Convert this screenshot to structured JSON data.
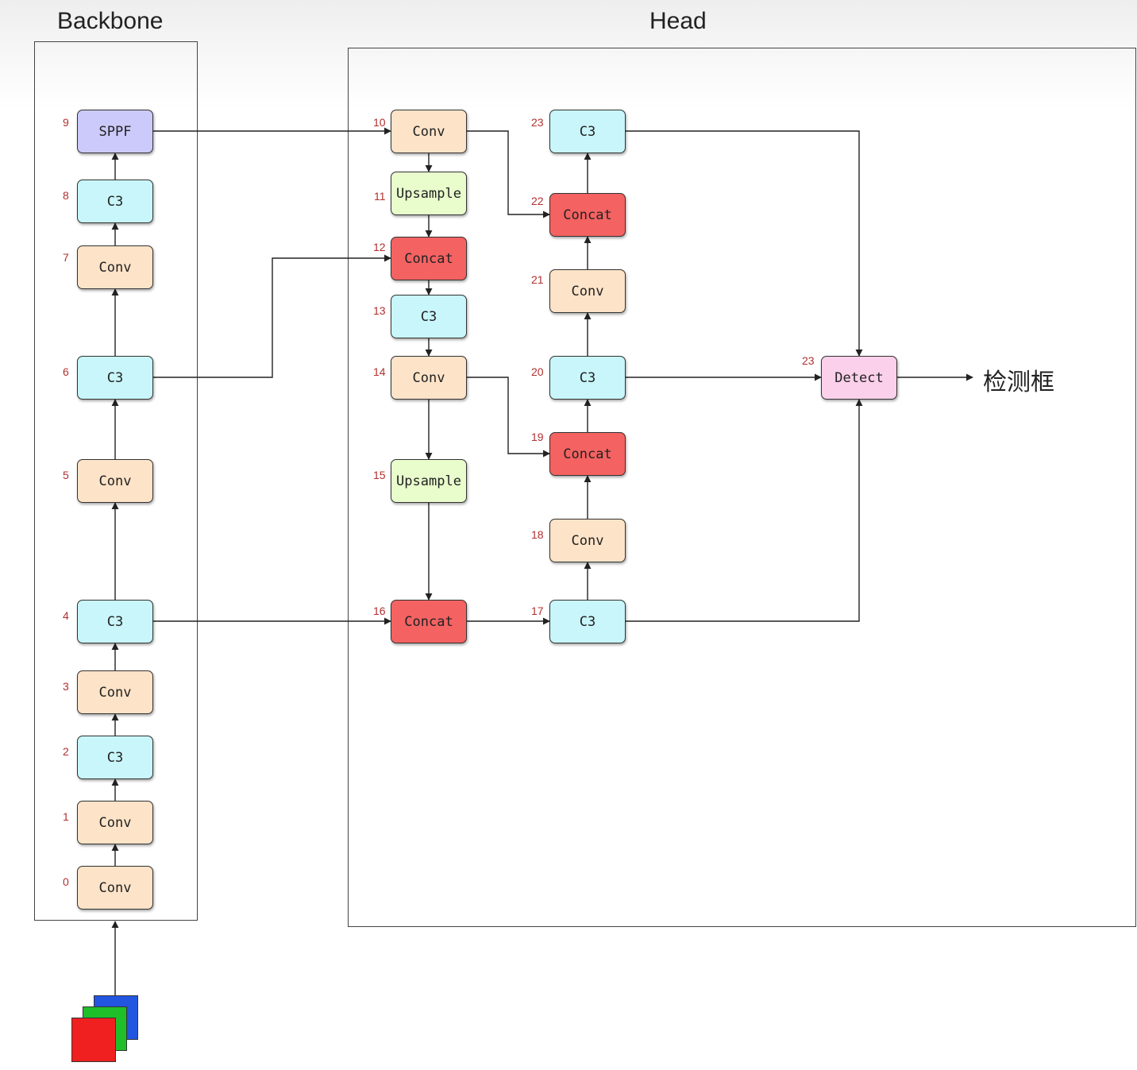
{
  "titles": {
    "backbone": "Backbone",
    "head": "Head"
  },
  "output_label": "检测框",
  "colors": {
    "Conv": "#fde3c8",
    "C3": "#c8f6fa",
    "SPPF": "#cccafa",
    "Upsample": "#e8fccc",
    "Concat": "#f46262",
    "Detect": "#fbd0ea",
    "index": "#b03030",
    "line": "#222222"
  },
  "nodes": [
    {
      "id": "b0",
      "num": "0",
      "label": "Conv",
      "type": "Conv"
    },
    {
      "id": "b1",
      "num": "1",
      "label": "Conv",
      "type": "Conv"
    },
    {
      "id": "b2",
      "num": "2",
      "label": "C3",
      "type": "C3"
    },
    {
      "id": "b3",
      "num": "3",
      "label": "Conv",
      "type": "Conv"
    },
    {
      "id": "b4",
      "num": "4",
      "label": "C3",
      "type": "C3"
    },
    {
      "id": "b5",
      "num": "5",
      "label": "Conv",
      "type": "Conv"
    },
    {
      "id": "b6",
      "num": "6",
      "label": "C3",
      "type": "C3"
    },
    {
      "id": "b7",
      "num": "7",
      "label": "Conv",
      "type": "Conv"
    },
    {
      "id": "b8",
      "num": "8",
      "label": "C3",
      "type": "C3"
    },
    {
      "id": "b9",
      "num": "9",
      "label": "SPPF",
      "type": "SPPF"
    },
    {
      "id": "h10",
      "num": "10",
      "label": "Conv",
      "type": "Conv"
    },
    {
      "id": "h11",
      "num": "11",
      "label": "Upsample",
      "type": "Upsample"
    },
    {
      "id": "h12",
      "num": "12",
      "label": "Concat",
      "type": "Concat"
    },
    {
      "id": "h13",
      "num": "13",
      "label": "C3",
      "type": "C3"
    },
    {
      "id": "h14",
      "num": "14",
      "label": "Conv",
      "type": "Conv"
    },
    {
      "id": "h15",
      "num": "15",
      "label": "Upsample",
      "type": "Upsample"
    },
    {
      "id": "h16",
      "num": "16",
      "label": "Concat",
      "type": "Concat"
    },
    {
      "id": "h17",
      "num": "17",
      "label": "C3",
      "type": "C3"
    },
    {
      "id": "h18",
      "num": "18",
      "label": "Conv",
      "type": "Conv"
    },
    {
      "id": "h19",
      "num": "19",
      "label": "Concat",
      "type": "Concat"
    },
    {
      "id": "h20",
      "num": "20",
      "label": "C3",
      "type": "C3"
    },
    {
      "id": "h21",
      "num": "21",
      "label": "Conv",
      "type": "Conv"
    },
    {
      "id": "h22",
      "num": "22",
      "label": "Concat",
      "type": "Concat"
    },
    {
      "id": "h23",
      "num": "23",
      "label": "C3",
      "type": "C3"
    },
    {
      "id": "det",
      "num": "23",
      "label": "Detect",
      "type": "Detect"
    }
  ],
  "edges": [
    {
      "from": "input",
      "to": "b0"
    },
    {
      "from": "b0",
      "to": "b1"
    },
    {
      "from": "b1",
      "to": "b2"
    },
    {
      "from": "b2",
      "to": "b3"
    },
    {
      "from": "b3",
      "to": "b4"
    },
    {
      "from": "b4",
      "to": "b5"
    },
    {
      "from": "b5",
      "to": "b6"
    },
    {
      "from": "b6",
      "to": "b7"
    },
    {
      "from": "b7",
      "to": "b8"
    },
    {
      "from": "b8",
      "to": "b9"
    },
    {
      "from": "b9",
      "to": "h10"
    },
    {
      "from": "h10",
      "to": "h11"
    },
    {
      "from": "h11",
      "to": "h12"
    },
    {
      "from": "b6",
      "to": "h12"
    },
    {
      "from": "h12",
      "to": "h13"
    },
    {
      "from": "h13",
      "to": "h14"
    },
    {
      "from": "h14",
      "to": "h15"
    },
    {
      "from": "h15",
      "to": "h16"
    },
    {
      "from": "b4",
      "to": "h16"
    },
    {
      "from": "h16",
      "to": "h17"
    },
    {
      "from": "h17",
      "to": "h18"
    },
    {
      "from": "h18",
      "to": "h19"
    },
    {
      "from": "h14",
      "to": "h19"
    },
    {
      "from": "h19",
      "to": "h20"
    },
    {
      "from": "h20",
      "to": "h21"
    },
    {
      "from": "h21",
      "to": "h22"
    },
    {
      "from": "h10",
      "to": "h22"
    },
    {
      "from": "h22",
      "to": "h23"
    },
    {
      "from": "h23",
      "to": "det"
    },
    {
      "from": "h20",
      "to": "det"
    },
    {
      "from": "h17",
      "to": "det"
    },
    {
      "from": "det",
      "to": "output"
    }
  ]
}
